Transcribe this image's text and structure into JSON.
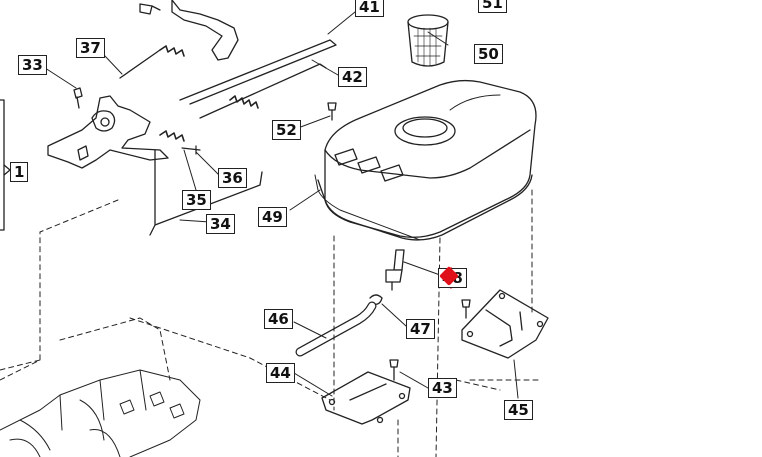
{
  "diagram": {
    "part_labels": [
      {
        "id": "p33",
        "text": "33"
      },
      {
        "id": "p37",
        "text": "37"
      },
      {
        "id": "p41",
        "text": "41"
      },
      {
        "id": "p51",
        "text": "51"
      },
      {
        "id": "p50",
        "text": "50"
      },
      {
        "id": "p42",
        "text": "42"
      },
      {
        "id": "p52",
        "text": "52"
      },
      {
        "id": "p36",
        "text": "36"
      },
      {
        "id": "p35",
        "text": "35"
      },
      {
        "id": "p34",
        "text": "34"
      },
      {
        "id": "p49",
        "text": "49"
      },
      {
        "id": "p1",
        "text": "1"
      },
      {
        "id": "p48",
        "text": "48"
      },
      {
        "id": "p46",
        "text": "46"
      },
      {
        "id": "p47",
        "text": "47"
      },
      {
        "id": "p44",
        "text": "44"
      },
      {
        "id": "p43",
        "text": "43"
      },
      {
        "id": "p45",
        "text": "45"
      }
    ],
    "highlight_color": "#e0101a",
    "line_color": "#222222"
  }
}
